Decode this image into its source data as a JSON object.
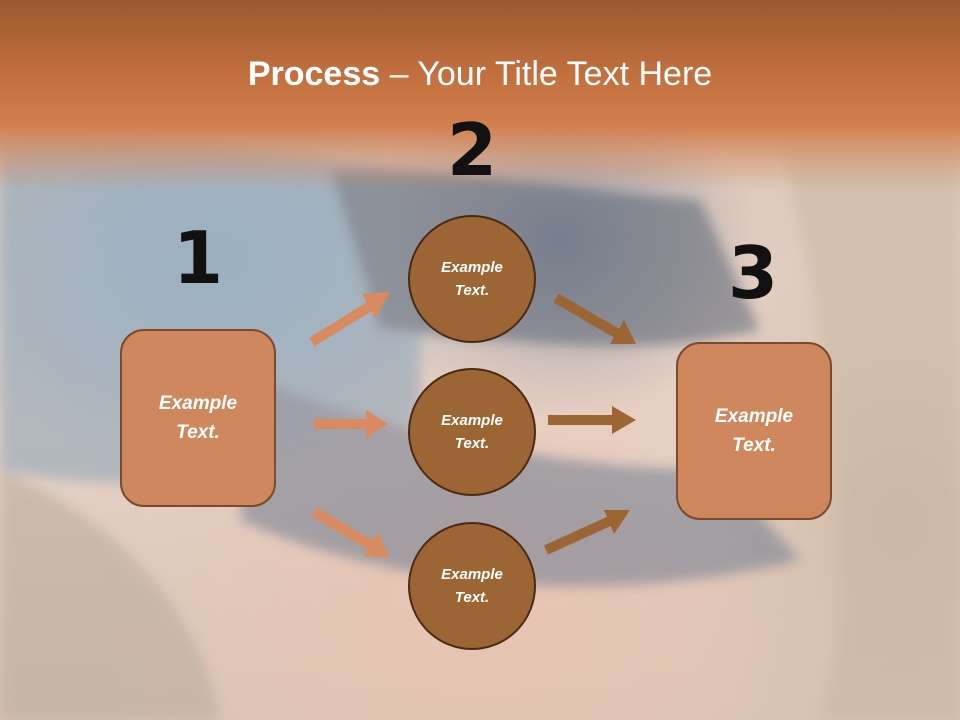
{
  "slide": {
    "title_bold": "Process",
    "title_rest": " – Your Title Text Here"
  },
  "steps": [
    {
      "number": "1",
      "text": "Example Text."
    },
    {
      "number": "2",
      "text": "Example Text."
    },
    {
      "number": "3",
      "text": "Example Text."
    }
  ],
  "middle_nodes": [
    {
      "text": "Example Text."
    },
    {
      "text": "Example Text."
    },
    {
      "text": "Example Text."
    }
  ],
  "colors": {
    "title_band": "#c3703f",
    "box_fill": "#cf875e",
    "circle_fill": "#9c6534",
    "arrow_left": "#d98a60",
    "arrow_right": "#9c6534"
  }
}
